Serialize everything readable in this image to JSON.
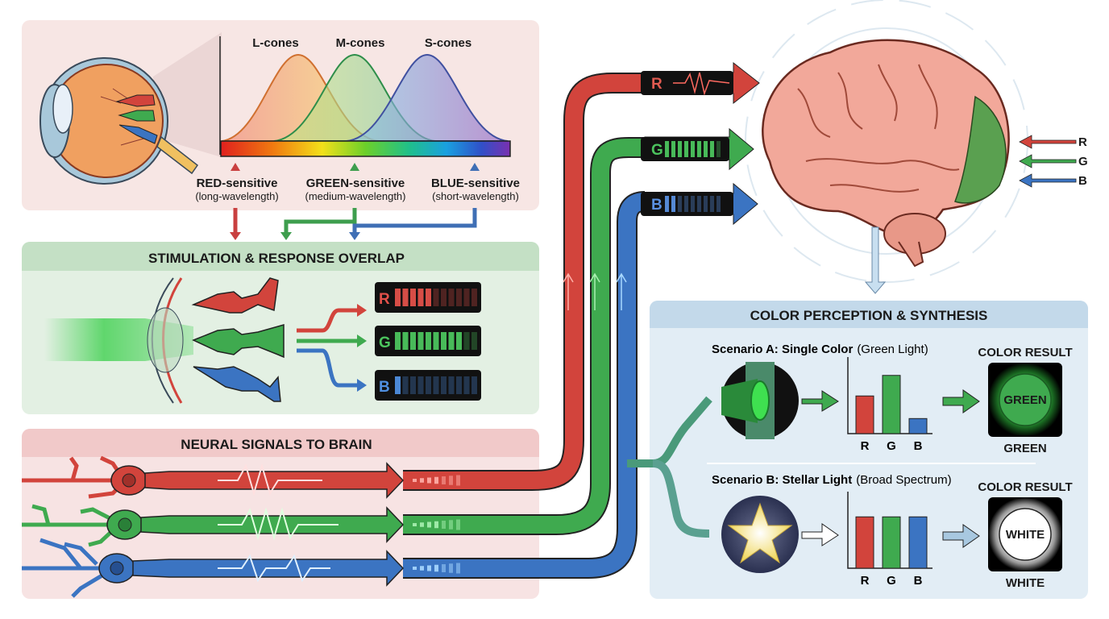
{
  "spectrum_panel": {
    "curve_labels": [
      "L-cones",
      "M-cones",
      "S-cones"
    ],
    "markers": [
      {
        "title": "RED-sensitive",
        "subtitle": "(long-wavelength)",
        "color": "#c94040"
      },
      {
        "title": "GREEN-sensitive",
        "subtitle": "(medium-wavelength)",
        "color": "#3e9e4e"
      },
      {
        "title": "BLUE-sensitive",
        "subtitle": "(short-wavelength)",
        "color": "#3f6fb5"
      }
    ]
  },
  "stimulation_panel": {
    "title": "STIMULATION & RESPONSE OVERLAP",
    "channels": [
      {
        "letter": "R",
        "level": 0.45,
        "color": "#e2514a"
      },
      {
        "letter": "G",
        "level": 0.85,
        "color": "#4cc45e"
      },
      {
        "letter": "B",
        "level": 0.08,
        "color": "#4f8fe0"
      }
    ]
  },
  "neural_panel": {
    "title": "NEURAL SIGNALS TO BRAIN",
    "channels": [
      "R",
      "G",
      "B"
    ]
  },
  "brain_inputs": {
    "left_labels": [
      "R",
      "G",
      "B"
    ],
    "right_labels": [
      "R",
      "G",
      "B"
    ]
  },
  "perception_panel": {
    "title": "COLOR PERCEPTION & SYNTHESIS",
    "scenarios": [
      {
        "title_bold": "Scenario A: Single Color",
        "title_light": "(Green Light)",
        "bars": [
          {
            "label": "R",
            "value": 0.55
          },
          {
            "label": "G",
            "value": 0.85
          },
          {
            "label": "B",
            "value": 0.22
          }
        ],
        "result_header": "COLOR RESULT",
        "result_inner": "GREEN",
        "result_caption": "GREEN"
      },
      {
        "title_bold": "Scenario B: Stellar Light",
        "title_light": "(Broad Spectrum)",
        "bars": [
          {
            "label": "R",
            "value": 0.75
          },
          {
            "label": "G",
            "value": 0.75
          },
          {
            "label": "B",
            "value": 0.75
          }
        ],
        "result_header": "COLOR RESULT",
        "result_inner": "WHITE",
        "result_caption": "WHITE"
      }
    ]
  },
  "colors": {
    "red": "#d2443c",
    "green": "#3faa4f",
    "blue": "#3b74c2"
  }
}
